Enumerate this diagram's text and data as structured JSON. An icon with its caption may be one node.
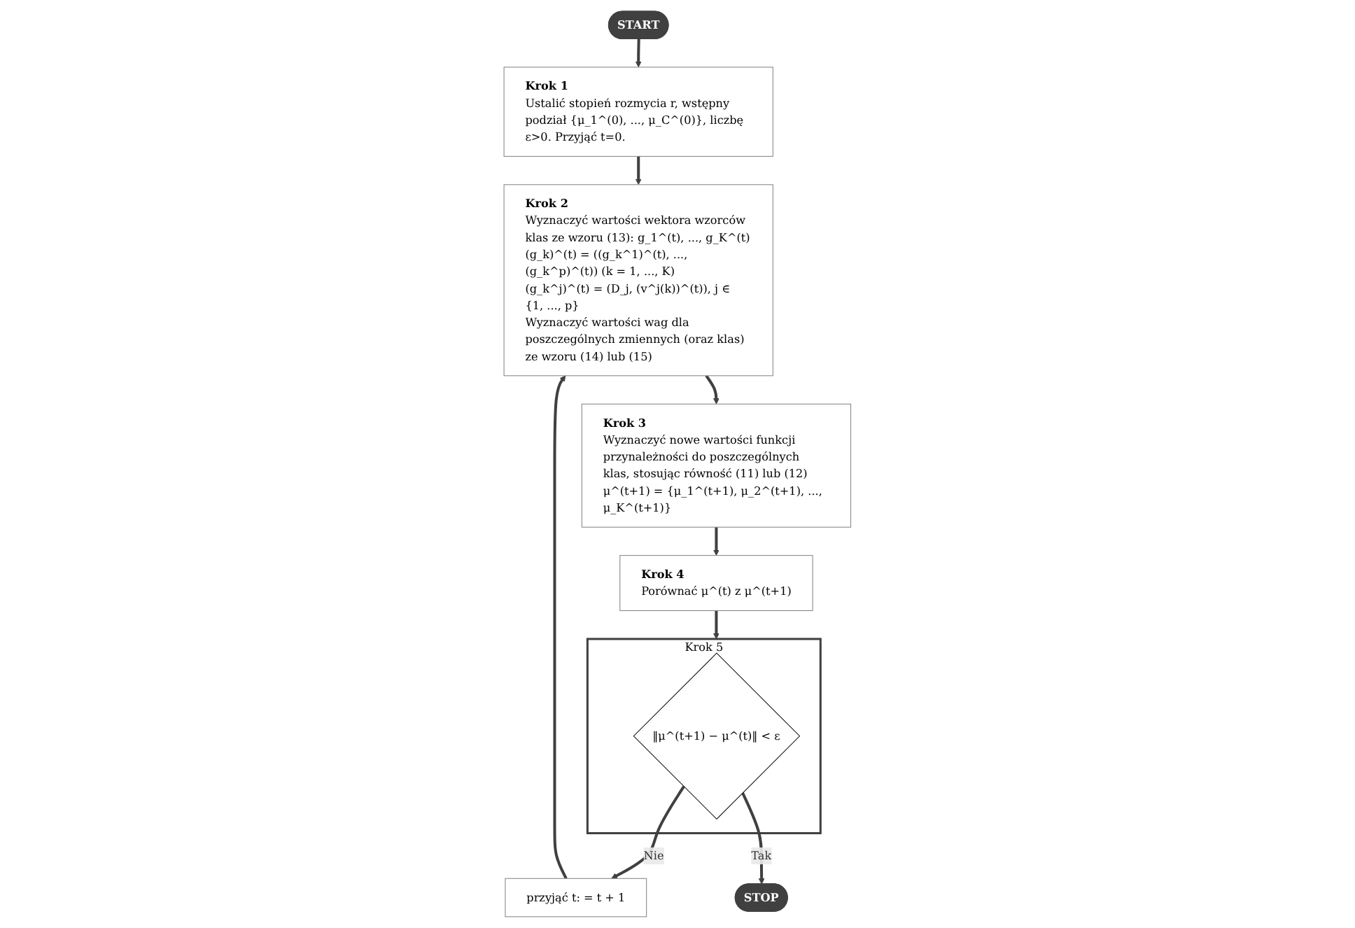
{
  "diagram": {
    "nodes": [
      {
        "text": [
          "START"
        ]
      },
      {
        "text": [
          "Krok 1",
          "Ustalić stopień rozmycia r, wstępny podział {μ_1^(0), ..., μ_C^(0)}, liczbę ε>0. Przyjąć t=0."
        ]
      },
      {
        "text": [
          "Krok 2",
          "Wyznaczyć wartości wektora wzorców klas ze wzoru (13): g_1^(t), ..., g_K^(t)",
          "(g_k)^(t) = ((g_k^1)^(t), ..., (g_k^p)^(t)) (k = 1, ..., K)",
          "(g_k^j)^(t) = (D_j, (v^j(k))^(t)), j ∈ {1, ..., p}",
          "Wyznaczyć wartości wag dla poszczególnych zmiennych (oraz klas) ze wzoru (14) lub (15)"
        ]
      },
      {
        "text": [
          "Krok 3",
          "Wyznaczyć nowe wartości funkcji przynależności do poszczególnych klas, stosując równość (11) lub (12)",
          "μ^(t+1) = {μ_1^(t+1), μ_2^(t+1), ..., μ_K^(t+1)}"
        ]
      },
      {
        "text": [
          "Krok 4",
          "Porównać μ^(t) z μ^(t+1)"
        ]
      },
      {
        "text": [
          "Krok 5"
        ]
      },
      {
        "text": [
          "‖μ^(t+1) − μ^(t)‖ < ε"
        ],
        "in": 5
      },
      {
        "text": [
          "przyjąć t: = t + 1"
        ]
      },
      {
        "text": [
          "STOP"
        ]
      }
    ],
    "edges": [
      {
        "from": 0,
        "to": 1,
        "arrow": "to"
      },
      {
        "from": 1,
        "to": 2,
        "arrow": "to"
      },
      {
        "from": 2,
        "to": 3,
        "arrow": "to"
      },
      {
        "from": 3,
        "to": 4,
        "arrow": "to"
      },
      {
        "from": 4,
        "to": 5,
        "arrow": "to"
      },
      {
        "from": 6,
        "to": 7,
        "label": "Nie",
        "arrow": "to"
      },
      {
        "from": 6,
        "to": 8,
        "label": "Tak",
        "arrow": "to"
      },
      {
        "from": 7,
        "to": 2,
        "arrow": "to"
      }
    ]
  }
}
